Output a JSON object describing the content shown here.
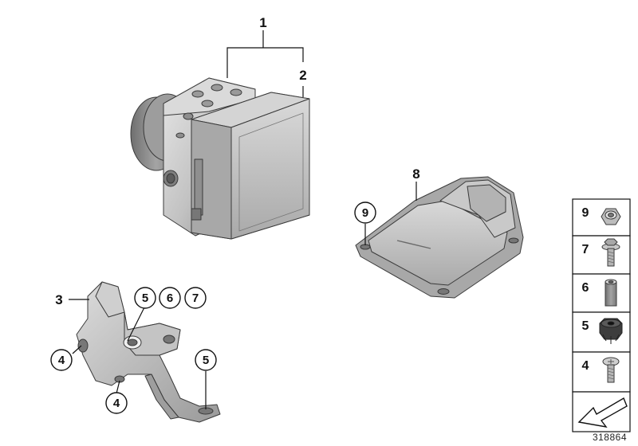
{
  "callouts": {
    "plain": {
      "c1": "1",
      "c2": "2",
      "c3": "3",
      "c8": "8"
    },
    "circled": {
      "c9": "9",
      "c5a": "5",
      "c6": "6",
      "c7": "7",
      "c4a": "4",
      "c4b": "4",
      "c5b": "5"
    }
  },
  "legend": {
    "items": [
      {
        "number": "9",
        "icon": "hex-nut-icon"
      },
      {
        "number": "7",
        "icon": "hex-flange-bolt-icon"
      },
      {
        "number": "6",
        "icon": "spacer-sleeve-icon"
      },
      {
        "number": "5",
        "icon": "rubber-grommet-icon"
      },
      {
        "number": "4",
        "icon": "flat-head-screw-icon"
      }
    ],
    "last_cell_icon": "arrow-icon"
  },
  "reference_number": "318864",
  "colors": {
    "part_light": "#e2e2e2",
    "part_mid": "#bdbdbd",
    "part_dark": "#8e8e8e",
    "outline": "#3a3a3a",
    "leader": "#111111"
  }
}
